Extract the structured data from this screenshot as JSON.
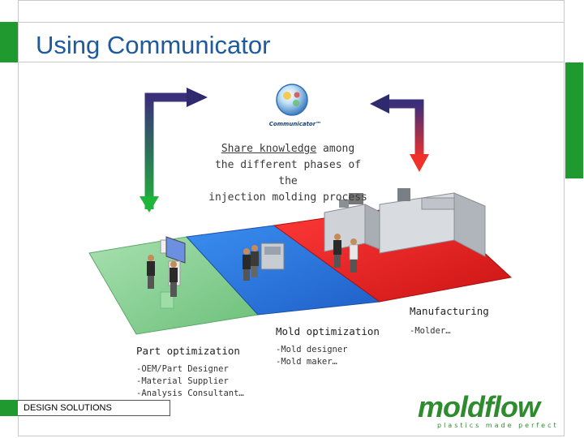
{
  "slide": {
    "title": "Using Communicator",
    "communicator_label": "Communicator™",
    "share_text_underlined": "Share knowledge",
    "share_text_line1_rest": " among",
    "share_text_line2": "the different phases of the",
    "share_text_line3": "injection molding process"
  },
  "phases": {
    "part": {
      "heading": "Part optimization",
      "items": [
        "-OEM/Part Designer",
        "-Material Supplier",
        "-Analysis Consultant…"
      ]
    },
    "mold": {
      "heading": "Mold optimization",
      "items": [
        "-Mold designer",
        "-Mold maker…"
      ]
    },
    "manufacturing": {
      "heading": "Manufacturing",
      "items": [
        "-Molder…"
      ]
    }
  },
  "footer": {
    "design_label": "DESIGN SOLUTIONS",
    "logo_word": "moldflow",
    "logo_tagline": "plastics made perfect"
  },
  "colors": {
    "accent_green": "#1f9a2e",
    "title_blue": "#1f5a9c",
    "platform_green": "#8fd49a",
    "platform_blue": "#2f7de0",
    "platform_red": "#e42a2a"
  }
}
